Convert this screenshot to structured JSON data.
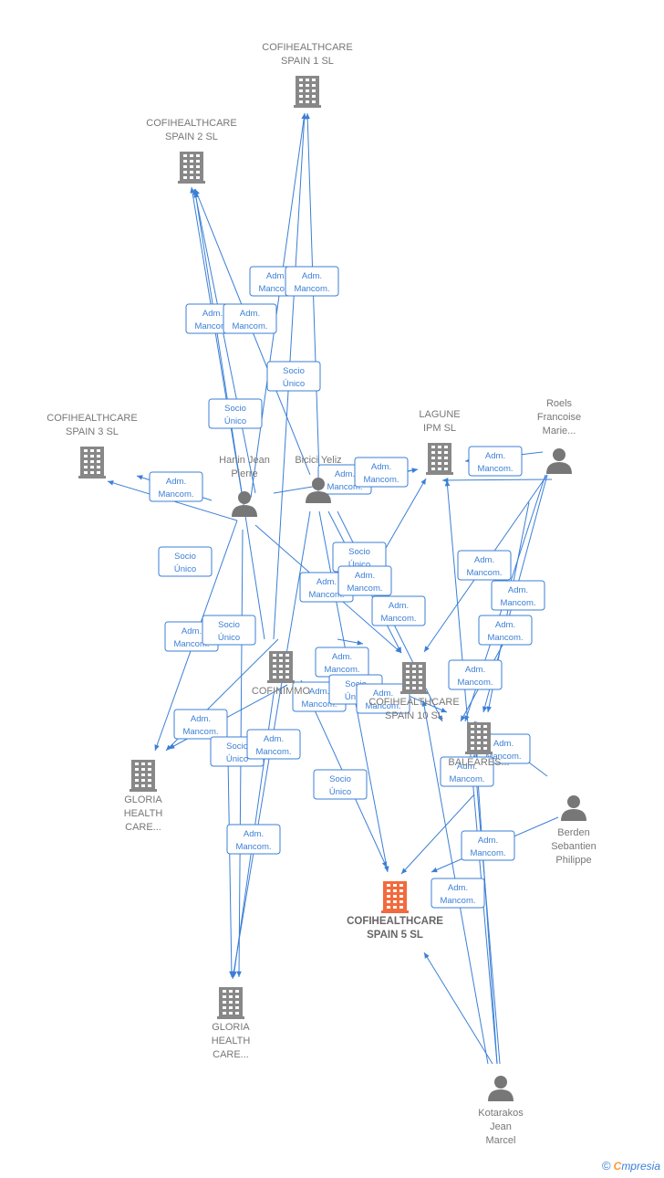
{
  "colors": {
    "edge": "#3b7fd6",
    "company": "#888888",
    "company_main": "#f26a3d",
    "person": "#777777"
  },
  "nodes": [
    {
      "id": "spain1",
      "kind": "company",
      "lines": [
        "COFIHEALTHCARE",
        "SPAIN 1  SL"
      ]
    },
    {
      "id": "spain2",
      "kind": "company",
      "lines": [
        "COFIHEALTHCARE",
        "SPAIN 2  SL"
      ]
    },
    {
      "id": "spain3",
      "kind": "company",
      "lines": [
        "COFIHEALTHCARE",
        "SPAIN 3  SL"
      ]
    },
    {
      "id": "lagune",
      "kind": "company",
      "lines": [
        "LAGUNE",
        "IPM  SL"
      ]
    },
    {
      "id": "roels",
      "kind": "person",
      "lines": [
        "Roels",
        "Francoise",
        "Marie..."
      ]
    },
    {
      "id": "hanin",
      "kind": "person",
      "lines": [
        "Hanin Jean",
        "Pierre"
      ]
    },
    {
      "id": "bicici",
      "kind": "person",
      "lines": [
        "Bicici Yeliz"
      ]
    },
    {
      "id": "cofinimm",
      "kind": "company",
      "lines": [
        "COFINIMMO"
      ]
    },
    {
      "id": "spain10",
      "kind": "company",
      "lines": [
        "COFIHEALTHCARE",
        "SPAIN 10  SL"
      ]
    },
    {
      "id": "baleares",
      "kind": "company",
      "lines": [
        "BALEARES..."
      ]
    },
    {
      "id": "gloria1",
      "kind": "company",
      "lines": [
        "GLORIA",
        "HEALTH",
        "CARE..."
      ]
    },
    {
      "id": "berden",
      "kind": "person",
      "lines": [
        "Berden",
        "Sebantien",
        "Philippe"
      ]
    },
    {
      "id": "spain5",
      "kind": "company_main",
      "lines": [
        "COFIHEALTHCARE",
        "SPAIN 5  SL"
      ]
    },
    {
      "id": "gloria2",
      "kind": "company",
      "lines": [
        "GLORIA",
        "HEALTH",
        "CARE..."
      ]
    },
    {
      "id": "kotarakos",
      "kind": "person",
      "lines": [
        "Kotarakos",
        "Jean",
        "Marcel"
      ]
    }
  ],
  "badges": [
    {
      "lines": [
        "Adm.",
        "Mancom."
      ]
    },
    {
      "lines": [
        "Adm.",
        "Mancom."
      ]
    },
    {
      "lines": [
        "Adm.",
        "Mancom."
      ]
    },
    {
      "lines": [
        "Adm.",
        "Mancom."
      ]
    },
    {
      "lines": [
        "Socio",
        "Único"
      ]
    },
    {
      "lines": [
        "Socio",
        "Único"
      ]
    },
    {
      "lines": [
        "Adm.",
        "Mancom."
      ]
    },
    {
      "lines": [
        "Adm.",
        "Mancom."
      ]
    },
    {
      "lines": [
        "Adm.",
        "Mancom."
      ]
    },
    {
      "lines": [
        "Adm.",
        "Mancom."
      ]
    },
    {
      "lines": [
        "Socio",
        "Único"
      ]
    },
    {
      "lines": [
        "Socio",
        "Único"
      ]
    },
    {
      "lines": [
        "Adm.",
        "Mancom."
      ]
    },
    {
      "lines": [
        "Adm.",
        "Mancom."
      ]
    },
    {
      "lines": [
        "Adm.",
        "Mancom."
      ]
    },
    {
      "lines": [
        "Adm.",
        "Mancom."
      ]
    },
    {
      "lines": [
        "Adm.",
        "Mancom."
      ]
    },
    {
      "lines": [
        "Adm.",
        "Mancom."
      ]
    },
    {
      "lines": [
        "Adm.",
        "Mancom."
      ]
    },
    {
      "lines": [
        "Socio",
        "Único"
      ]
    },
    {
      "lines": [
        "Adm.",
        "Mancom."
      ]
    },
    {
      "lines": [
        "Adm.",
        "Mancom."
      ]
    },
    {
      "lines": [
        "Socio",
        "Único"
      ]
    },
    {
      "lines": [
        "Adm.",
        "Mancom."
      ]
    },
    {
      "lines": [
        "Adm.",
        "Mancom."
      ]
    },
    {
      "lines": [
        "Adm.",
        "Mancom."
      ]
    },
    {
      "lines": [
        "Adm.",
        "Mancom."
      ]
    },
    {
      "lines": [
        "Socio",
        "Único"
      ]
    },
    {
      "lines": [
        "Adm.",
        "Mancom."
      ]
    },
    {
      "lines": [
        "Socio",
        "Único"
      ]
    },
    {
      "lines": [
        "Adm.",
        "Mancom."
      ]
    },
    {
      "lines": [
        "Adm.",
        "Mancom."
      ]
    },
    {
      "lines": [
        "Adm.",
        "Mancom."
      ]
    },
    {
      "lines": [
        "Adm.",
        "Mancom."
      ]
    }
  ],
  "footer": {
    "copyright": "©",
    "brand_first": "C",
    "brand_rest": "mpresia"
  }
}
